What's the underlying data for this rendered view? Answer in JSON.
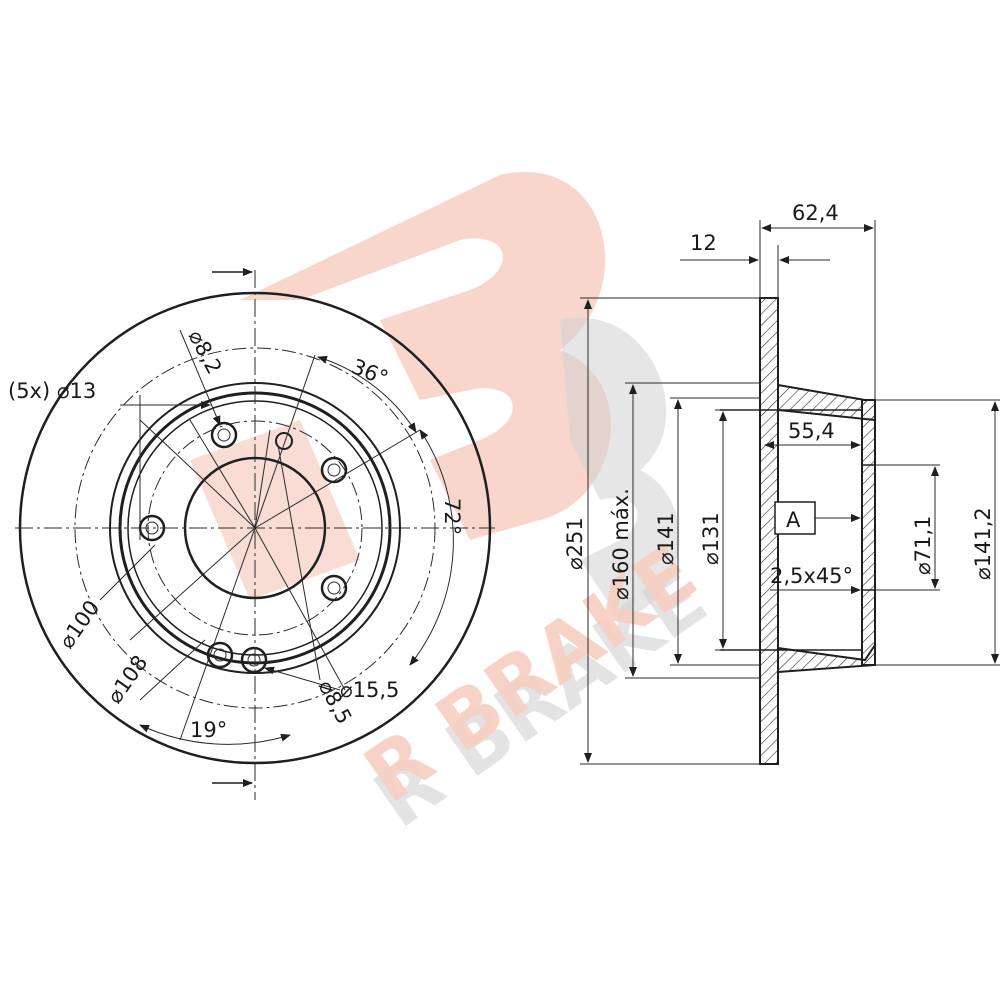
{
  "watermark": {
    "logo_text": "R BRAKE",
    "shadow_color": "#d2d2d2",
    "brand_color": "#f7cfc2"
  },
  "front_view": {
    "bolt_holes": "(5x) ⌀13",
    "hole_8_2": "⌀8,2",
    "angle_36": "36°",
    "angle_72": "72°",
    "dia_100": "⌀100",
    "dia_108": "⌀108",
    "dia_15_5": "⌀15,5",
    "dia_8_5": "⌀8,5",
    "angle_19": "19°"
  },
  "side_view": {
    "dim_62_4": "62,4",
    "dim_12": "12",
    "dim_55_4": "55,4",
    "datum": "A",
    "dia_251": "⌀251",
    "dia_160_max": "⌀160 máx.",
    "dia_141": "⌀141",
    "dia_131": "⌀131",
    "dia_71_1": "⌀71,1",
    "dia_141_2": "⌀141,2",
    "chamfer": "2,5x45°"
  }
}
